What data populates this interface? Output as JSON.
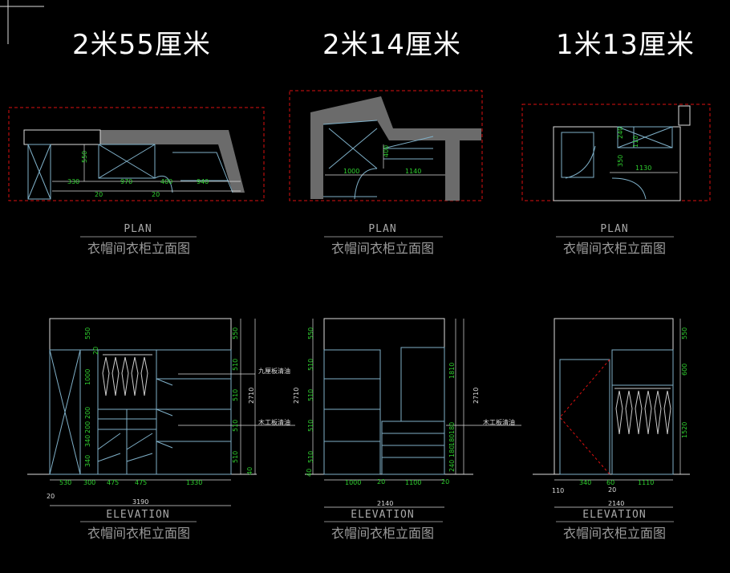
{
  "titles": [
    "2米55厘米",
    "2米14厘米",
    "1米13厘米"
  ],
  "plan_label_en": "PLAN",
  "elevation_label_en": "ELEVATION",
  "drawing_label_cn": "衣帽间衣柜立面图",
  "annotations": {
    "plywood": "九厘板清油",
    "woodboard": "木工板清油"
  },
  "plan1_dims": {
    "d550": "550",
    "d330": "330",
    "d970": "970",
    "d400": "400",
    "d940": "940",
    "d20a": "20",
    "d20b": "20"
  },
  "plan2_dims": {
    "d400": "400",
    "d1000": "1000",
    "d1140": "1140"
  },
  "plan3_dims": {
    "d240": "240",
    "d110": "110",
    "d350": "350",
    "d1130": "1130"
  },
  "elev1": {
    "left_dims": [
      "550",
      "1000",
      "200",
      "200",
      "340",
      "340"
    ],
    "right_dims": [
      "550",
      "510",
      "510",
      "510",
      "510",
      "40"
    ],
    "total_h": "2710",
    "top20": "20",
    "bottom_dims": [
      "530",
      "300",
      "475",
      "475",
      "1330"
    ],
    "bottom_left20": "20",
    "total_w": "3190"
  },
  "elev2": {
    "left_dims": [
      "550",
      "510",
      "510",
      "510",
      "510",
      "40"
    ],
    "right_dims": [
      "1810",
      "180",
      "180",
      "180",
      "240"
    ],
    "total_h_left": "2710",
    "total_h_right": "2710",
    "bottom_dims": [
      "1000",
      "20",
      "1100",
      "20"
    ],
    "total_w": "2140"
  },
  "elev3": {
    "right_dims": [
      "550",
      "600",
      "1520"
    ],
    "bottom_dims": [
      "340",
      "60",
      "1110"
    ],
    "bottom_left": "110",
    "bottom_mid20": "20",
    "total_w": "2140"
  }
}
